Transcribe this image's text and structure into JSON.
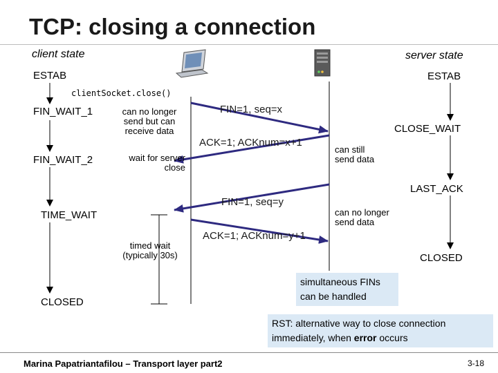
{
  "title": "TCP: closing a connection",
  "client_side_label": "client state",
  "server_side_label": "server state",
  "client_states": {
    "estab": "ESTAB",
    "fin_wait_1": "FIN_WAIT_1",
    "fin_wait_2": "FIN_WAIT_2",
    "time_wait": "TIME_WAIT",
    "closed": "CLOSED"
  },
  "server_states": {
    "estab": "ESTAB",
    "close_wait": "CLOSE_WAIT",
    "last_ack": "LAST_ACK",
    "closed": "CLOSED"
  },
  "close_call": "clientSocket.close()",
  "notes": {
    "client_no_longer_send": "can no longer send but can receive data",
    "wait_for_server": "wait for server close",
    "timed_wait": "timed wait (typically 30s)",
    "server_still_send": "can still send data",
    "server_no_longer_send": "can no longer send data"
  },
  "messages": {
    "fin1": "FIN=1, seq=x",
    "ack1": "ACK=1; ACKnum=x+1",
    "fin2": "FIN=1, seq=y",
    "ack2": "ACK=1; ACKnum=y+1"
  },
  "callouts": {
    "simultaneous": "simultaneous FINs can be handled",
    "rst_prefix": "RST: alternative way to close connection immediately, when ",
    "rst_emphasis": "error",
    "rst_suffix": " occurs"
  },
  "footer": {
    "author": "Marina Papatriantafilou –  Transport layer part2",
    "slide_number": "3-18"
  },
  "colors": {
    "arrow": "#2e2a80",
    "callout_fill": "#dbe9f5"
  },
  "icons": {
    "client": "computer-icon",
    "server": "server-icon"
  }
}
